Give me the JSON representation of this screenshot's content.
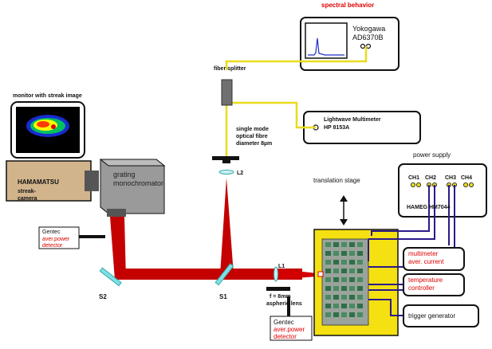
{
  "labels": {
    "spectral_behavior": "spectral behavior",
    "yokogawa": "Yokogawa",
    "ad6370b": "AD6370B",
    "fiber_splitter": "fiber splitter",
    "lightwave_1": "Lightwave Multimeter",
    "lightwave_2": "HP 8153A",
    "single_mode_1": "single mode",
    "single_mode_2": "optical fibre",
    "single_mode_3": "diameter 8µm",
    "monitor": "monitor with streak image",
    "hamamatsu": "HAMAMATSU",
    "streak_1": "streak-",
    "streak_2": "camera",
    "grating_1": "grating",
    "grating_2": "monochromator",
    "L2": "L2",
    "L1": "L1",
    "S1": "S1",
    "S2": "S2",
    "power_supply": "power supply",
    "ch1": "CH1",
    "ch2": "CH2",
    "ch3": "CH3",
    "ch4": "CH4",
    "hameg": "HAMEG HM7044",
    "translation": "translation stage",
    "gentec_top_1": "Gentec",
    "gentec_top_2": "aver.power",
    "gentec_top_3": "detector",
    "gentec_bot_1": "Gentec",
    "gentec_bot_2": "aver.power",
    "gentec_bot_3": "detector",
    "lens_1": "f = 8mm",
    "lens_2": "aspheric lens",
    "multimeter_1": "multimeter",
    "multimeter_2": "aver. current",
    "temperature_1": "temperature",
    "temperature_2": "controller",
    "trigger": "trigger generator"
  },
  "colors": {
    "beam": "#c40000",
    "fiber": "#e8dc1e",
    "stage": "#f5e012",
    "wire": "#2b1a8a",
    "mirror": "#7fe0e6",
    "camera": "#d2b48c"
  }
}
